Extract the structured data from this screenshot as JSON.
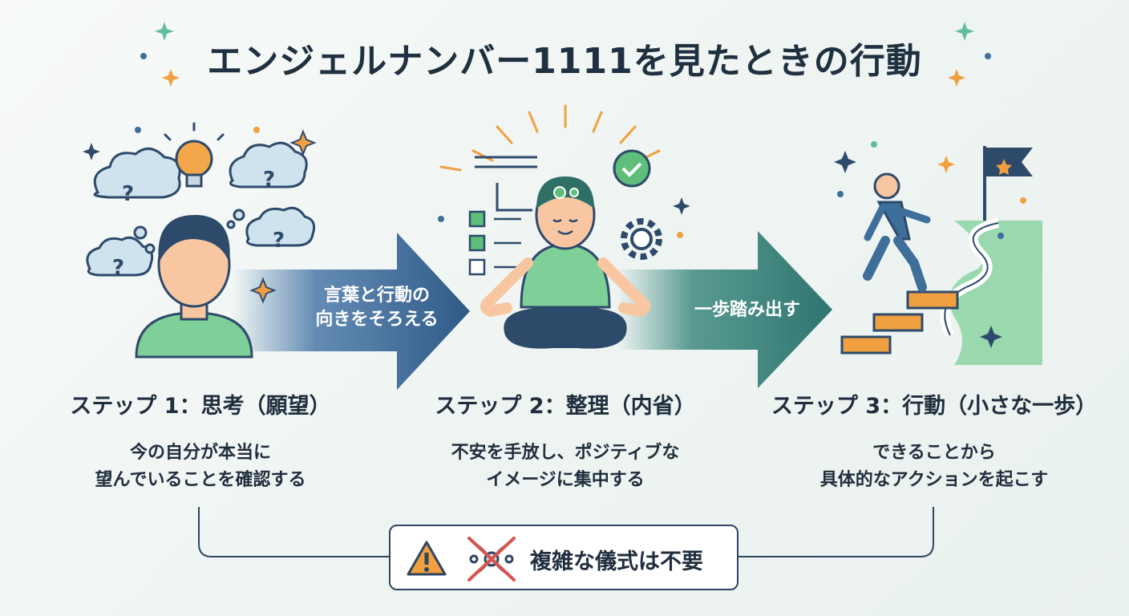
{
  "title": "エンジェルナンバー1111を見たときの行動",
  "arrows": [
    {
      "label_line1": "言葉と行動の",
      "label_line2": "向きをそろえる"
    },
    {
      "label_line1": "一歩踏み出す"
    }
  ],
  "steps": [
    {
      "title": "ステップ 1：思考（願望）",
      "desc_line1": "今の自分が本当に",
      "desc_line2": "望んでいることを確認する"
    },
    {
      "title": "ステップ 2：整理（内省）",
      "desc_line1": "不安を手放し、ポジティブな",
      "desc_line2": "イメージに集中する"
    },
    {
      "title": "ステップ 3：行動（小さな一歩）",
      "desc_line1": "できることから",
      "desc_line2": "具体的なアクションを起こす"
    }
  ],
  "note": {
    "text": "複雑な儀式は不要",
    "icons": [
      "warning-icon",
      "crossed-ritual-icon"
    ]
  },
  "colors": {
    "navy": "#2e4a6b",
    "green": "#6fc08b",
    "orange": "#f0a040",
    "teal": "#3e7d7a",
    "skin": "#f8c7a2"
  }
}
